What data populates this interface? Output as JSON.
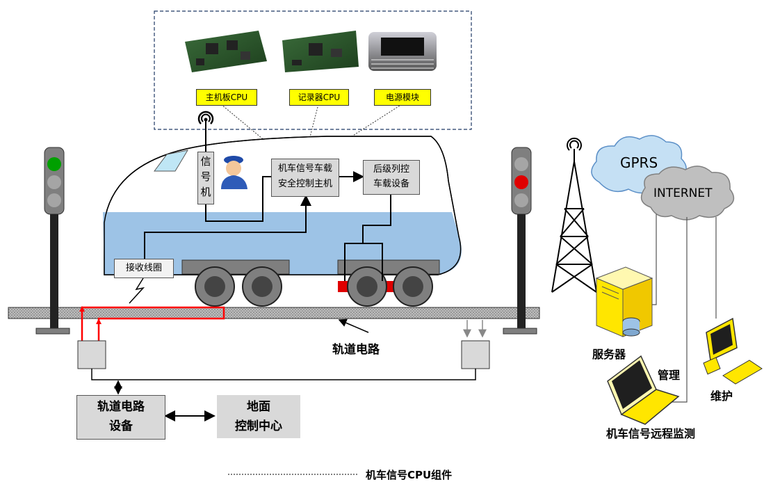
{
  "cpu_components": {
    "main_board": "主机板CPU",
    "recorder": "记录器CPU",
    "power": "电源模块"
  },
  "train": {
    "signal_machine": [
      "信",
      "号",
      "机"
    ],
    "safety_host": [
      "机车信号车载",
      "安全控制主机"
    ],
    "rear_control": [
      "后级列控",
      "车载设备"
    ],
    "receiver_coil": "接收线圈"
  },
  "track": {
    "label": "轨道电路",
    "equipment": [
      "轨道电路",
      "设备"
    ],
    "control_center": [
      "地面",
      "控制中心"
    ]
  },
  "network": {
    "gprs": "GPRS",
    "internet": "INTERNET",
    "server": "服务器",
    "manage": "管理",
    "maintain": "维护",
    "remote_monitor": "机车信号远程监测"
  },
  "legend": {
    "label": "机车信号CPU组件"
  },
  "colors": {
    "train_blue": "#9dc3e6",
    "label_yellow": "#ffff00",
    "signal_green": "#00a000",
    "signal_red": "#e00000",
    "wire_red": "#ff0000",
    "cloud_blue": "#c5e0f4",
    "cloud_gray": "#bfbfbf"
  }
}
